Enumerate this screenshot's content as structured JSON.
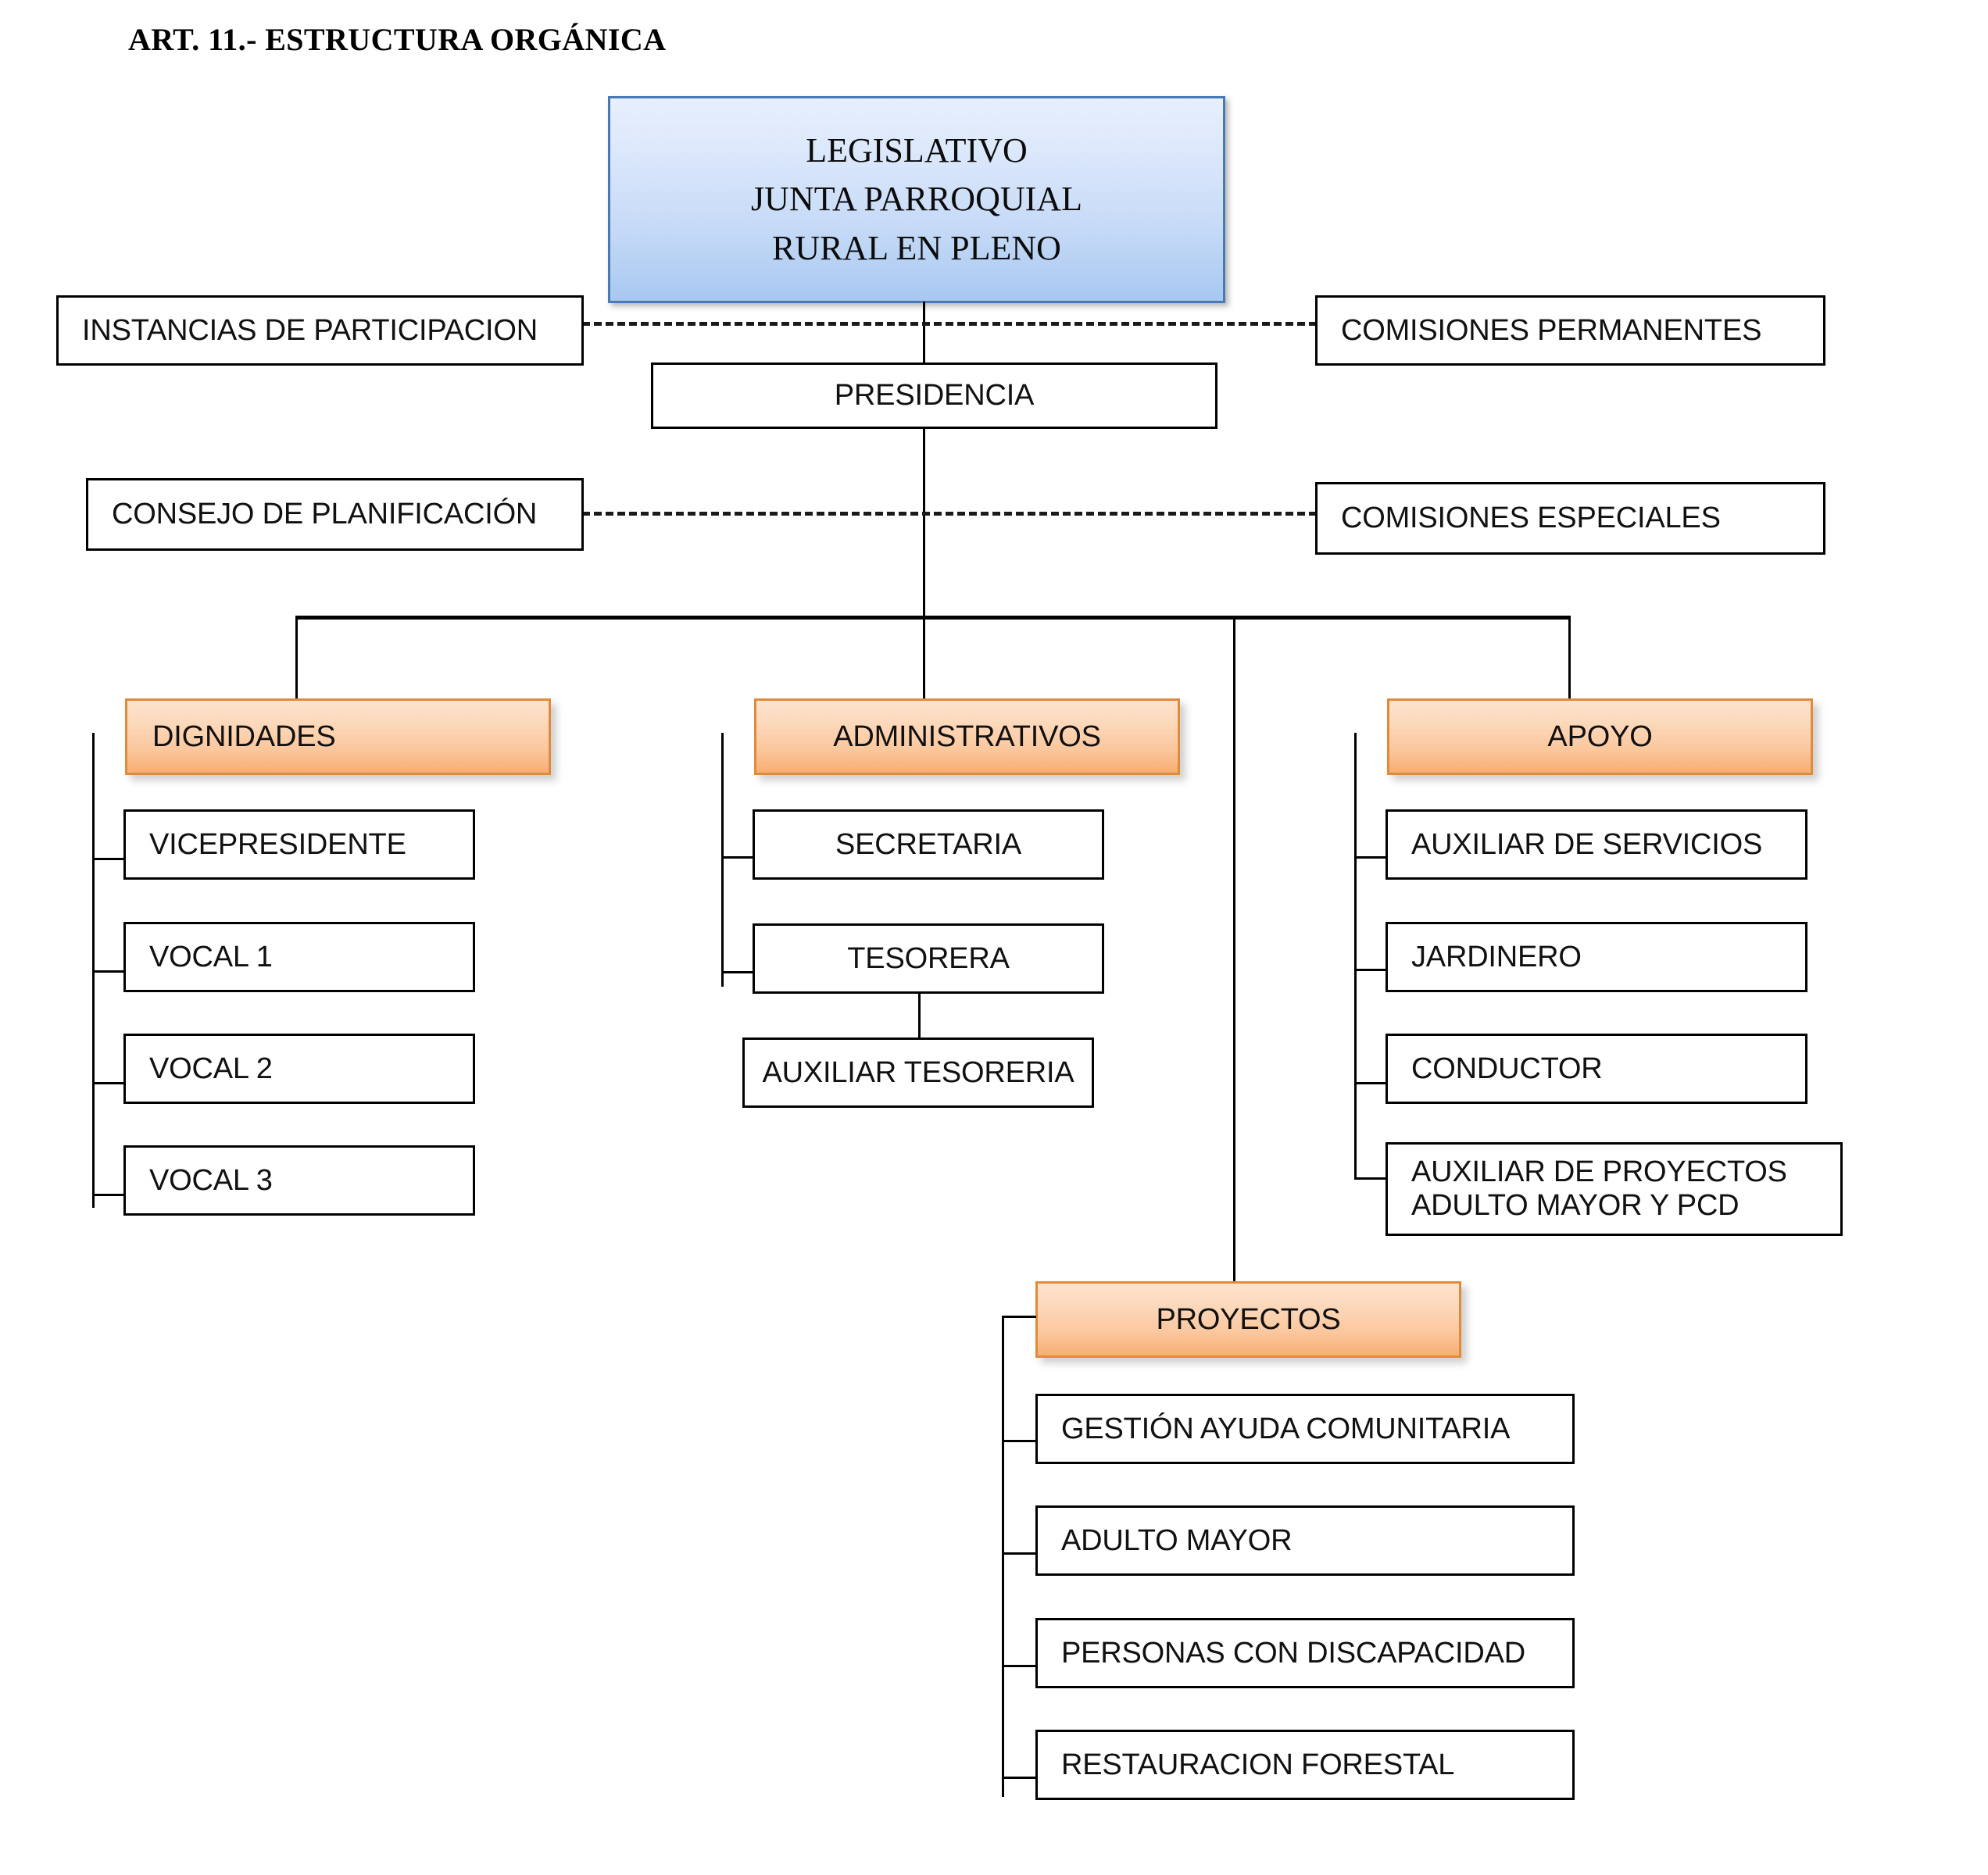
{
  "document": {
    "title": "ART. 11.- ESTRUCTURA ORGÁNICA"
  },
  "chart_data": {
    "type": "diagram",
    "diagram_kind": "organizational-chart",
    "title": "ART. 11.- ESTRUCTURA ORGÁNICA",
    "nodes": [
      {
        "id": "legislativo",
        "label": "LEGISLATIVO JUNTA PARROQUIAL RURAL EN PLENO",
        "style": "blue-gradient",
        "level": 0
      },
      {
        "id": "instancias",
        "label": "INSTANCIAS DE PARTICIPACION",
        "style": "plain",
        "level": 1
      },
      {
        "id": "comisiones_permanentes",
        "label": "COMISIONES PERMANENTES",
        "style": "plain",
        "level": 1
      },
      {
        "id": "presidencia",
        "label": "PRESIDENCIA",
        "style": "plain",
        "level": 1
      },
      {
        "id": "consejo",
        "label": "CONSEJO DE PLANIFICACIÓN",
        "style": "plain",
        "level": 2
      },
      {
        "id": "comisiones_especiales",
        "label": "COMISIONES ESPECIALES",
        "style": "plain",
        "level": 2
      },
      {
        "id": "dignidades",
        "label": "DIGNIDADES",
        "style": "orange-gradient",
        "level": 3
      },
      {
        "id": "administrativos",
        "label": "ADMINISTRATIVOS",
        "style": "orange-gradient",
        "level": 3
      },
      {
        "id": "apoyo",
        "label": "APOYO",
        "style": "orange-gradient",
        "level": 3
      },
      {
        "id": "proyectos",
        "label": "PROYECTOS",
        "style": "orange-gradient",
        "level": 3
      }
    ],
    "edges": [
      {
        "from": "legislativo",
        "to": "presidencia",
        "style": "solid"
      },
      {
        "from": "instancias",
        "to": "comisiones_permanentes",
        "style": "dashed"
      },
      {
        "from": "consejo",
        "to": "comisiones_especiales",
        "style": "dashed"
      },
      {
        "from": "presidencia",
        "to": "dignidades",
        "style": "solid"
      },
      {
        "from": "presidencia",
        "to": "administrativos",
        "style": "solid"
      },
      {
        "from": "presidencia",
        "to": "apoyo",
        "style": "solid"
      },
      {
        "from": "presidencia",
        "to": "proyectos",
        "style": "solid"
      },
      {
        "from": "tesorera",
        "to": "auxiliar_tesoreria",
        "style": "solid"
      }
    ]
  },
  "top_node": {
    "line1": "LEGISLATIVO",
    "line2": "JUNTA PARROQUIAL",
    "line3": "RURAL EN PLENO"
  },
  "staff_row1": {
    "left": "INSTANCIAS DE PARTICIPACION",
    "right": "COMISIONES PERMANENTES"
  },
  "presidencia": {
    "label": "PRESIDENCIA"
  },
  "staff_row2": {
    "left": "CONSEJO DE PLANIFICACIÓN",
    "right": "COMISIONES ESPECIALES"
  },
  "groups": {
    "dignidades": {
      "header": "DIGNIDADES",
      "items": [
        {
          "label": "VICEPRESIDENTE"
        },
        {
          "label": "VOCAL 1"
        },
        {
          "label": "VOCAL 2"
        },
        {
          "label": "VOCAL 3"
        }
      ]
    },
    "administrativos": {
      "header": "ADMINISTRATIVOS",
      "items": [
        {
          "label": "SECRETARIA"
        },
        {
          "label": "TESORERA"
        }
      ],
      "sub": {
        "label": "AUXILIAR TESORERIA"
      }
    },
    "apoyo": {
      "header": "APOYO",
      "items": [
        {
          "label": "AUXILIAR DE SERVICIOS"
        },
        {
          "label": "JARDINERO"
        },
        {
          "label": "CONDUCTOR"
        },
        {
          "label_line1": "AUXILIAR DE PROYECTOS",
          "label_line2": "ADULTO MAYOR Y PCD"
        }
      ]
    },
    "proyectos": {
      "header": "PROYECTOS",
      "items": [
        {
          "label": "GESTIÓN AYUDA COMUNITARIA"
        },
        {
          "label": "ADULTO MAYOR"
        },
        {
          "label": "PERSONAS CON DISCAPACIDAD"
        },
        {
          "label": "RESTAURACION FORESTAL"
        }
      ]
    }
  },
  "colors": {
    "blue_border": "#4a7ab5",
    "blue_fill_top": "#e7effc",
    "blue_fill_bottom": "#a8c8f0",
    "orange_border": "#e08b3c",
    "orange_fill_top": "#fde3cd",
    "orange_fill_bottom": "#f8ae73",
    "line": "#000000"
  }
}
